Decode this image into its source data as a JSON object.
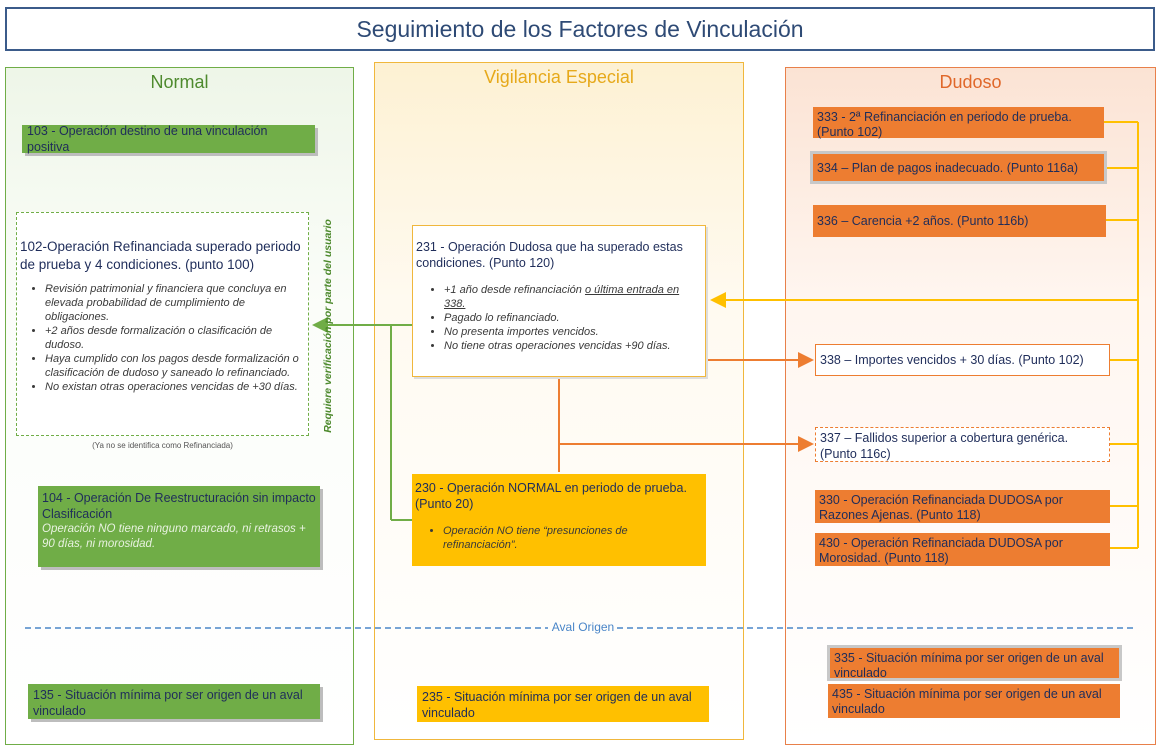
{
  "title": "Seguimiento de los Factores de Vinculación",
  "columns": {
    "normal": "Normal",
    "vigilancia": "Vigilancia Especial",
    "dudoso": "Dudoso"
  },
  "colors": {
    "green": "#70ad47",
    "amber": "#ffc000",
    "orange": "#ed7d31",
    "navy": "#1f2d5a"
  },
  "normal": {
    "b103": "103 - Operación destino de una vinculación positiva",
    "b102_title": "102-Operación Refinanciada superado periodo de prueba y 4 condiciones. (punto 100)",
    "b102_items": [
      "Revisión patrimonial y financiera que concluya en elevada probabilidad de cumplimiento de obligaciones.",
      "+2 años desde formalización o clasificación de dudoso.",
      "Haya cumplido con los pagos desde formalización o clasificación de dudoso y saneado lo refinanciado.",
      "No existan otras operaciones vencidas de +30 días."
    ],
    "b102_note": "(Ya no se identifica como Refinanciada)",
    "vertical_label": "Requiere verificación por parte del usuario",
    "b104_title": "104 - Operación De Reestructuración sin impacto Clasificación",
    "b104_note": "Operación NO tiene ninguno marcado, ni retrasos + 90 días, ni morosidad.",
    "b135": "135 - Situación mínima por ser origen de un aval vinculado"
  },
  "vigilancia": {
    "b231_title": "231 - Operación Dudosa que ha superado estas condiciones. (Punto 120)",
    "b231_item1_a": "+1 año desde refinanciación ",
    "b231_item1_b": "o última entrada en 338.",
    "b231_items": [
      "Pagado lo refinanciado.",
      "No presenta importes vencidos.",
      "No tiene otras operaciones vencidas +90 días."
    ],
    "b230_title": "230 - Operación NORMAL en periodo de prueba. (Punto 20)",
    "b230_item": "Operación NO tiene “presunciones de refinanciación”.",
    "b235": "235 - Situación mínima por ser origen de un aval vinculado"
  },
  "aval_origen": "Aval Origen",
  "dudoso": {
    "b333": "333 - 2ª Refinanciación en periodo de prueba. (Punto 102)",
    "b334": "334 – Plan de pagos inadecuado. (Punto 116a)",
    "b336": "336 – Carencia +2 años. (Punto 116b)",
    "b338": "338 – Importes vencidos + 30 días. (Punto 102)",
    "b337": "337 – Fallidos superior a cobertura genérica. (Punto 116c)",
    "b330": "330 - Operación Refinanciada DUDOSA por Razones Ajenas. (Punto 118)",
    "b430": "430 - Operación Refinanciada DUDOSA por Morosidad. (Punto 118)",
    "b335": "335 - Situación mínima por ser origen de un aval vinculado",
    "b435": "435 - Situación mínima por ser origen de un aval vinculado"
  }
}
